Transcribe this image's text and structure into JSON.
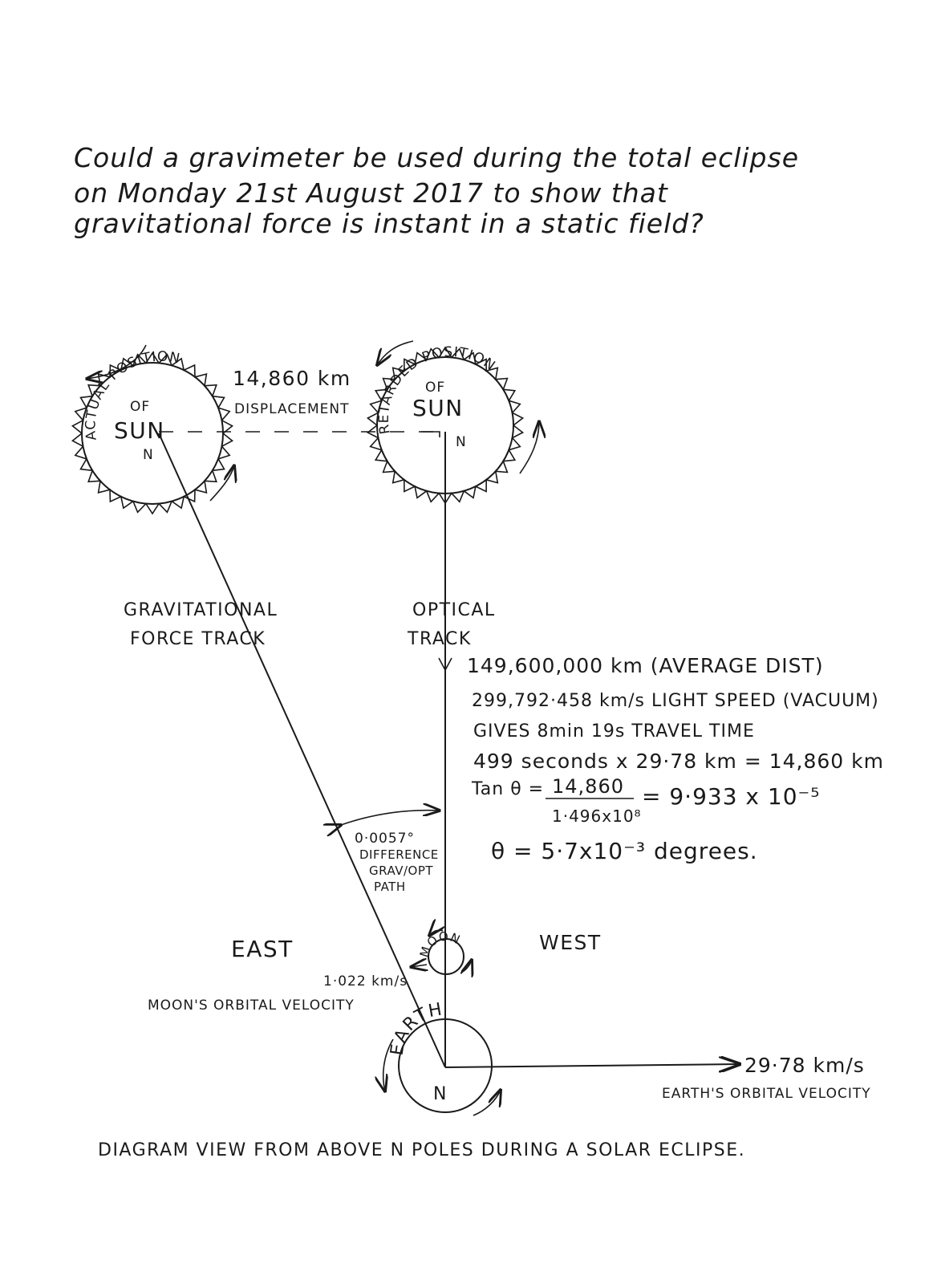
{
  "title_lines": [
    "Could a gravimeter be used during the total eclipse",
    "on Monday 21st August 2017 to show that",
    "gravitational force is instant in a static field?"
  ],
  "sun_actual": {
    "label_arc": "ACTUAL POSITION",
    "label_of": "OF",
    "label_sun": "SUN",
    "pole": "N"
  },
  "sun_retarded": {
    "label_arc": "RETARDED POSITION",
    "label_of": "OF",
    "label_sun": "SUN",
    "pole": "N"
  },
  "displacement": {
    "value": "14,860 km",
    "label": "DISPLACEMENT"
  },
  "tracks": {
    "grav_line1": "GRAVITATIONAL",
    "grav_line2": "FORCE TRACK",
    "opt_line1": "OPTICAL",
    "opt_line2": "TRACK"
  },
  "calculations": [
    "149,600,000 km (AVERAGE DIST)",
    "299,792·458 km/s LIGHT SPEED (VACUUM)",
    "GIVES 8min 19s TRAVEL TIME",
    "499 seconds x 29·78 km = 14,860 km"
  ],
  "tan": {
    "prefix": "Tan θ =",
    "numerator": "14,860",
    "denominator": "1·496x10⁸",
    "result": "= 9·933 x 10⁻⁵"
  },
  "theta": "θ = 5·7x10⁻³ degrees.",
  "angle": {
    "value": "0·0057°",
    "line2": "DIFFERENCE",
    "line3": "GRAV/OPT",
    "line4": "PATH"
  },
  "directions": {
    "east": "EAST",
    "west": "WEST"
  },
  "moon": {
    "label": "MOON",
    "velocity": "1·022 km/s",
    "velocity_label": "MOON'S ORBITAL VELOCITY"
  },
  "earth": {
    "label": "EARTH",
    "pole": "N",
    "velocity": "29·78 km/s",
    "velocity_label": "EARTH'S ORBITAL VELOCITY"
  },
  "caption": "DIAGRAM VIEW FROM ABOVE N POLES DURING A SOLAR ECLIPSE."
}
